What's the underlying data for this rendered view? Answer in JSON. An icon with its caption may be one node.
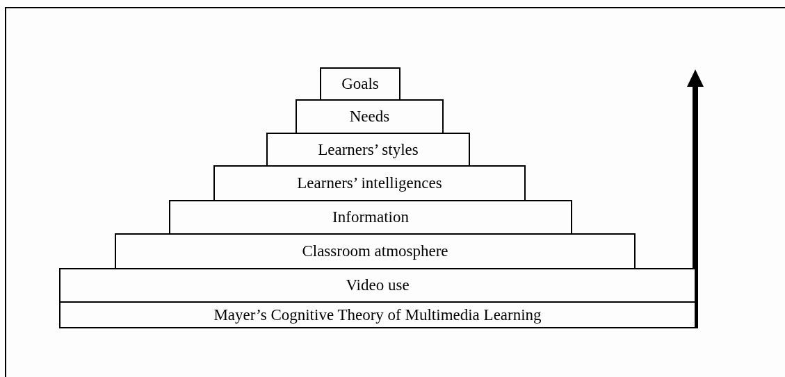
{
  "diagram": {
    "nodes": [
      {
        "text": [
          "Goals"
        ]
      },
      {
        "text": [
          "Needs"
        ]
      },
      {
        "text": [
          "Learners’ styles"
        ]
      },
      {
        "text": [
          "Learners’ intelligences"
        ]
      },
      {
        "text": [
          "Information"
        ]
      },
      {
        "text": [
          "Classroom atmosphere"
        ]
      },
      {
        "text": [
          "Video use"
        ]
      },
      {
        "text": [
          "Mayer’s Cognitive Theory of Multimedia Learning"
        ]
      }
    ],
    "edges": []
  }
}
